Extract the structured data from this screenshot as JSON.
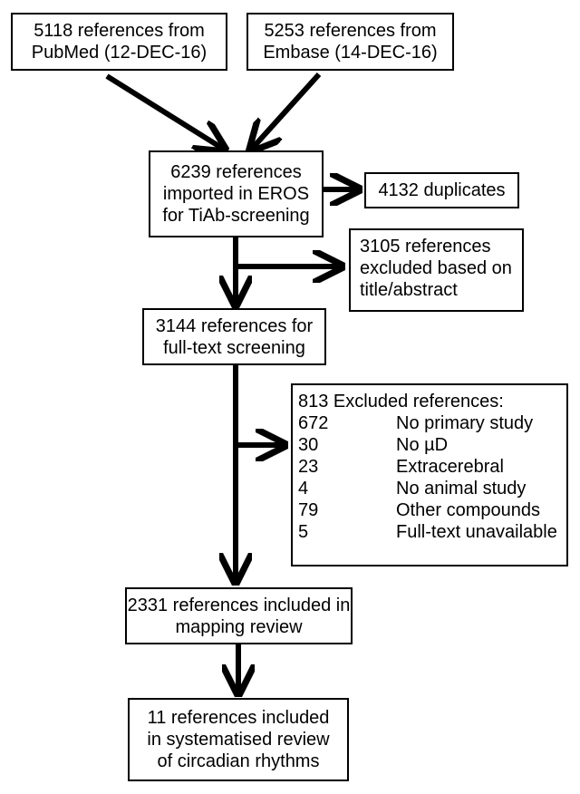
{
  "boxes": {
    "pubmed": [
      "5118 references from",
      "PubMed (12-DEC-16)"
    ],
    "embase": [
      "5253 references from",
      "Embase (14-DEC-16)"
    ],
    "imported": [
      "6239 references",
      "imported in EROS",
      "for TiAb-screening"
    ],
    "duplicates": [
      "4132 duplicates"
    ],
    "excluded_tiab": [
      "3105 references",
      "excluded based on",
      "title/abstract"
    ],
    "fulltext": [
      "3144 references for",
      "full-text screening"
    ],
    "excluded_fulltext": {
      "title": "813 Excluded references:",
      "rows": [
        {
          "count": "672",
          "reason": "No primary study"
        },
        {
          "count": "30",
          "reason": "No µD"
        },
        {
          "count": "23",
          "reason": "Extracerebral"
        },
        {
          "count": "4",
          "reason": "No animal study"
        },
        {
          "count": "79",
          "reason": "Other compounds"
        },
        {
          "count": "5",
          "reason": "Full-text unavailable"
        }
      ]
    },
    "mapping": [
      "2331 references included in",
      "mapping review"
    ],
    "systematised": [
      "11 references included",
      "in systematised review",
      "of circadian rhythms"
    ]
  },
  "colors": {
    "stroke": "#000000",
    "background": "#ffffff"
  }
}
